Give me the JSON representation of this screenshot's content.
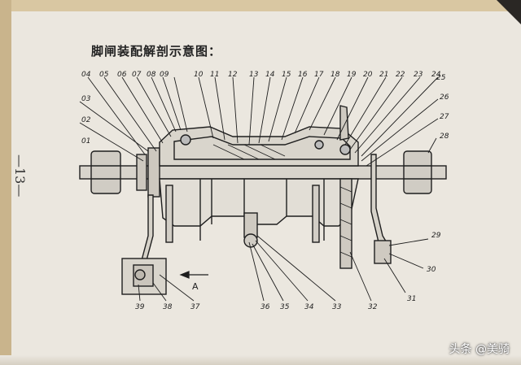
{
  "document": {
    "title": "脚闸装配解剖示意图：",
    "page_number": "—13—",
    "view_arrow_label": "A",
    "watermark": "头条 @美骑"
  },
  "callouts_top": [
    "04",
    "05",
    "06",
    "07",
    "08",
    "09",
    "10",
    "11",
    "12",
    "13",
    "14",
    "15",
    "16",
    "17",
    "18",
    "19",
    "20",
    "21",
    "22",
    "23",
    "24",
    "25"
  ],
  "callouts_left": [
    "03",
    "02",
    "01"
  ],
  "callouts_right": [
    "26",
    "27",
    "28",
    "29",
    "30",
    "31"
  ],
  "callouts_bottom": [
    "39",
    "38",
    "37",
    "36",
    "35",
    "34",
    "33",
    "32"
  ],
  "colors": {
    "ink": "#1e1e1e",
    "paper": "#ebe7df"
  }
}
